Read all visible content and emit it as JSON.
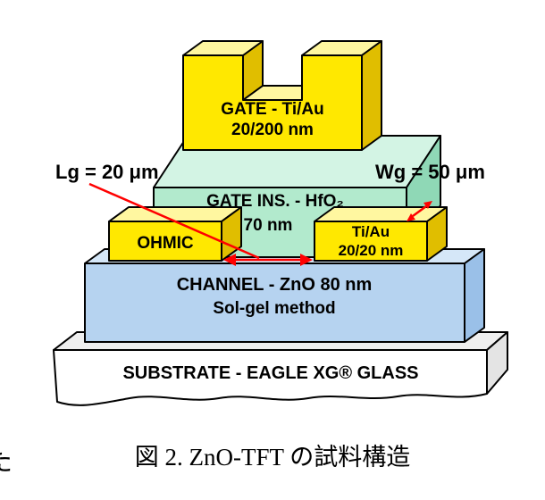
{
  "colors": {
    "yellow_front": "#ffe800",
    "yellow_top": "#fff7a0",
    "yellow_side": "#e0be00",
    "green_front": "#b2eacd",
    "green_top": "#d3f4e4",
    "green_side": "#8fd8b6",
    "blue_front": "#b6d3f0",
    "blue_top": "#d5e7f8",
    "blue_side": "#9ac0e8",
    "substrate_front": "#ffffff",
    "substrate_top": "#efefef",
    "substrate_side": "#e4e4e4",
    "annotation_red": "#ff0000"
  },
  "diagram": {
    "gate": {
      "line1": "GATE - Ti/Au",
      "line2": "20/200 nm"
    },
    "gate_insulator": {
      "line1": "GATE INS. - HfO₂",
      "line2": "70 nm"
    },
    "source_contact": {
      "label": "OHMIC"
    },
    "drain_contact": {
      "line1": "Ti/Au",
      "line2": "20/20 nm"
    },
    "channel": {
      "line1": "CHANNEL - ZnO 80 nm",
      "line2": "Sol-gel method"
    },
    "substrate": {
      "label": "SUBSTRATE - EAGLE XG® GLASS"
    },
    "annotations": {
      "gate_length": "Lg = 20 μm",
      "gate_width": "Wg = 50 μm"
    }
  },
  "caption": {
    "text": "図 2.  ZnO-TFT の試料構造"
  },
  "edge_text": {
    "partial_character": "た"
  }
}
